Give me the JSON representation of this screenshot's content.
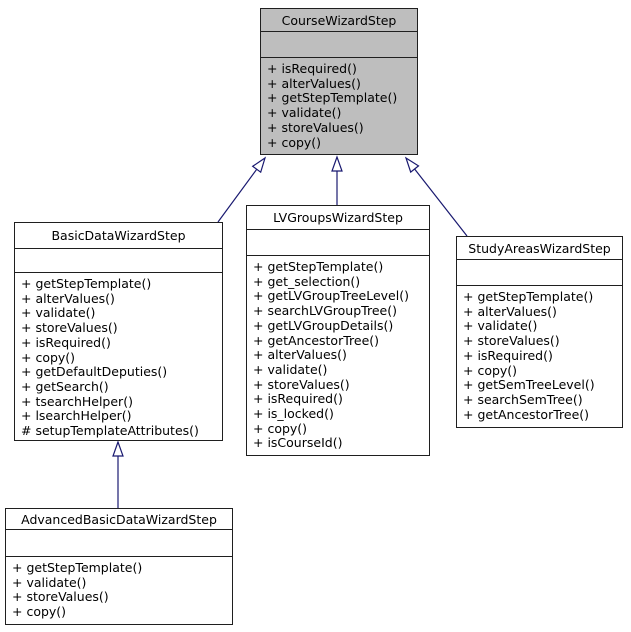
{
  "diagram": {
    "type": "uml-class-inheritance-graph",
    "colors": {
      "background": "#FFFFFF",
      "node_fill": "#FFFFFF",
      "highlight_fill": "#BEBEBE",
      "border": "#1F1F1F",
      "arrow": "#191970"
    },
    "classes": [
      {
        "name": "CourseWizardStep",
        "highlighted": true,
        "attributes": [],
        "methods": [
          "+ isRequired()",
          "+ alterValues()",
          "+ getStepTemplate()",
          "+ validate()",
          "+ storeValues()",
          "+ copy()"
        ]
      },
      {
        "name": "BasicDataWizardStep",
        "highlighted": false,
        "attributes": [],
        "methods": [
          "+ getStepTemplate()",
          "+ alterValues()",
          "+ validate()",
          "+ storeValues()",
          "+ isRequired()",
          "+ copy()",
          "+ getDefaultDeputies()",
          "+ getSearch()",
          "+ tsearchHelper()",
          "+ lsearchHelper()",
          "# setupTemplateAttributes()"
        ]
      },
      {
        "name": "LVGroupsWizardStep",
        "highlighted": false,
        "attributes": [],
        "methods": [
          "+ getStepTemplate()",
          "+ get_selection()",
          "+ getLVGroupTreeLevel()",
          "+ searchLVGroupTree()",
          "+ getLVGroupDetails()",
          "+ getAncestorTree()",
          "+ alterValues()",
          "+ validate()",
          "+ storeValues()",
          "+ isRequired()",
          "+ is_locked()",
          "+ copy()",
          "+ isCourseId()"
        ]
      },
      {
        "name": "StudyAreasWizardStep",
        "highlighted": false,
        "attributes": [],
        "methods": [
          "+ getStepTemplate()",
          "+ alterValues()",
          "+ validate()",
          "+ storeValues()",
          "+ isRequired()",
          "+ copy()",
          "+ getSemTreeLevel()",
          "+ searchSemTree()",
          "+ getAncestorTree()"
        ]
      },
      {
        "name": "AdvancedBasicDataWizardStep",
        "highlighted": false,
        "attributes": [],
        "methods": [
          "+ getStepTemplate()",
          "+ validate()",
          "+ storeValues()",
          "+ copy()"
        ]
      }
    ],
    "relations": [
      {
        "from": "BasicDataWizardStep",
        "to": "CourseWizardStep",
        "type": "inheritance"
      },
      {
        "from": "LVGroupsWizardStep",
        "to": "CourseWizardStep",
        "type": "inheritance"
      },
      {
        "from": "StudyAreasWizardStep",
        "to": "CourseWizardStep",
        "type": "inheritance"
      },
      {
        "from": "AdvancedBasicDataWizardStep",
        "to": "BasicDataWizardStep",
        "type": "inheritance"
      }
    ]
  }
}
